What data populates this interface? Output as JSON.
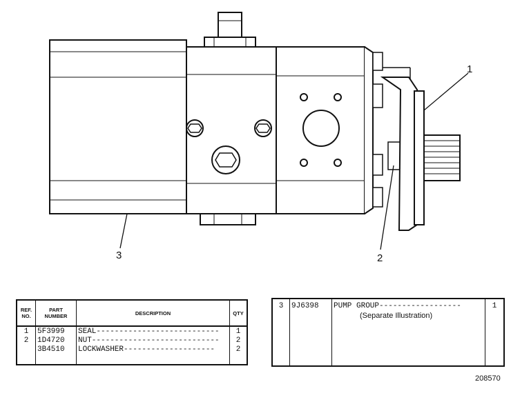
{
  "callouts": {
    "c1": "1",
    "c2": "2",
    "c3": "3"
  },
  "left_table": {
    "headers": {
      "ref": "REF.\nNO.",
      "part": "PART\nNUMBER",
      "desc": "DESCRIPTION",
      "qty": "QTY"
    },
    "rows": [
      {
        "ref": "1",
        "part": "5F3999",
        "desc": "SEAL---------------------------",
        "qty": "1"
      },
      {
        "ref": "2",
        "part": "1D4720",
        "desc": "NUT----------------------------",
        "qty": "2"
      },
      {
        "ref": "",
        "part": "3B4510",
        "desc": "LOCKWASHER--------------------",
        "qty": "2"
      }
    ]
  },
  "right_table": {
    "rows": [
      {
        "ref": "3",
        "part": "9J6398",
        "desc": "PUMP GROUP------------------",
        "desc2": "(Separate Illustration)",
        "qty": "1"
      }
    ]
  },
  "figure_number": "208570"
}
